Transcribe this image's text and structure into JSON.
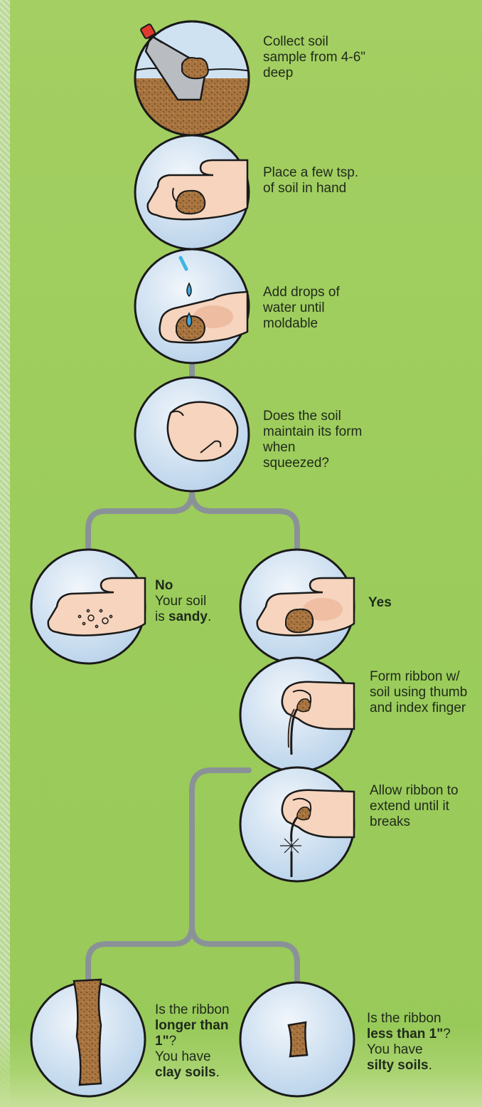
{
  "steps": {
    "collect": "Collect soil sample from 4-6\" deep",
    "place": "Place a few tsp. of soil in hand",
    "water": "Add drops of water until moldable",
    "squeeze": "Does the soil maintain its form when squeezed?",
    "no": {
      "title": "No",
      "line": "Your soil",
      "pre": "is",
      "result": "sandy",
      "post": "."
    },
    "yes": {
      "title": "Yes"
    },
    "form": "Form ribbon w/ soil using thumb and index finger",
    "extend": "Allow ribbon to extend until it breaks",
    "clay": {
      "q": "Is the ribbon",
      "bold": "longer than 1\"",
      "qend": "?",
      "pre": "You have",
      "result": "clay soils",
      "post": "."
    },
    "silt": {
      "q": "Is the ribbon",
      "bold": "less than 1\"",
      "qend": "?",
      "pre": "You have",
      "result": "silty soils",
      "post": "."
    }
  },
  "colors": {
    "background": "#9ccb5e",
    "connector": "#8a9298",
    "circle_fill": "#d3e4f2",
    "skin": "#f6d4bd",
    "soil": "#a8743f"
  },
  "icons": [
    "trowel-icon",
    "hand-icon",
    "water-drop-icon",
    "fist-icon",
    "pinch-hand-icon",
    "ribbon-icon"
  ]
}
